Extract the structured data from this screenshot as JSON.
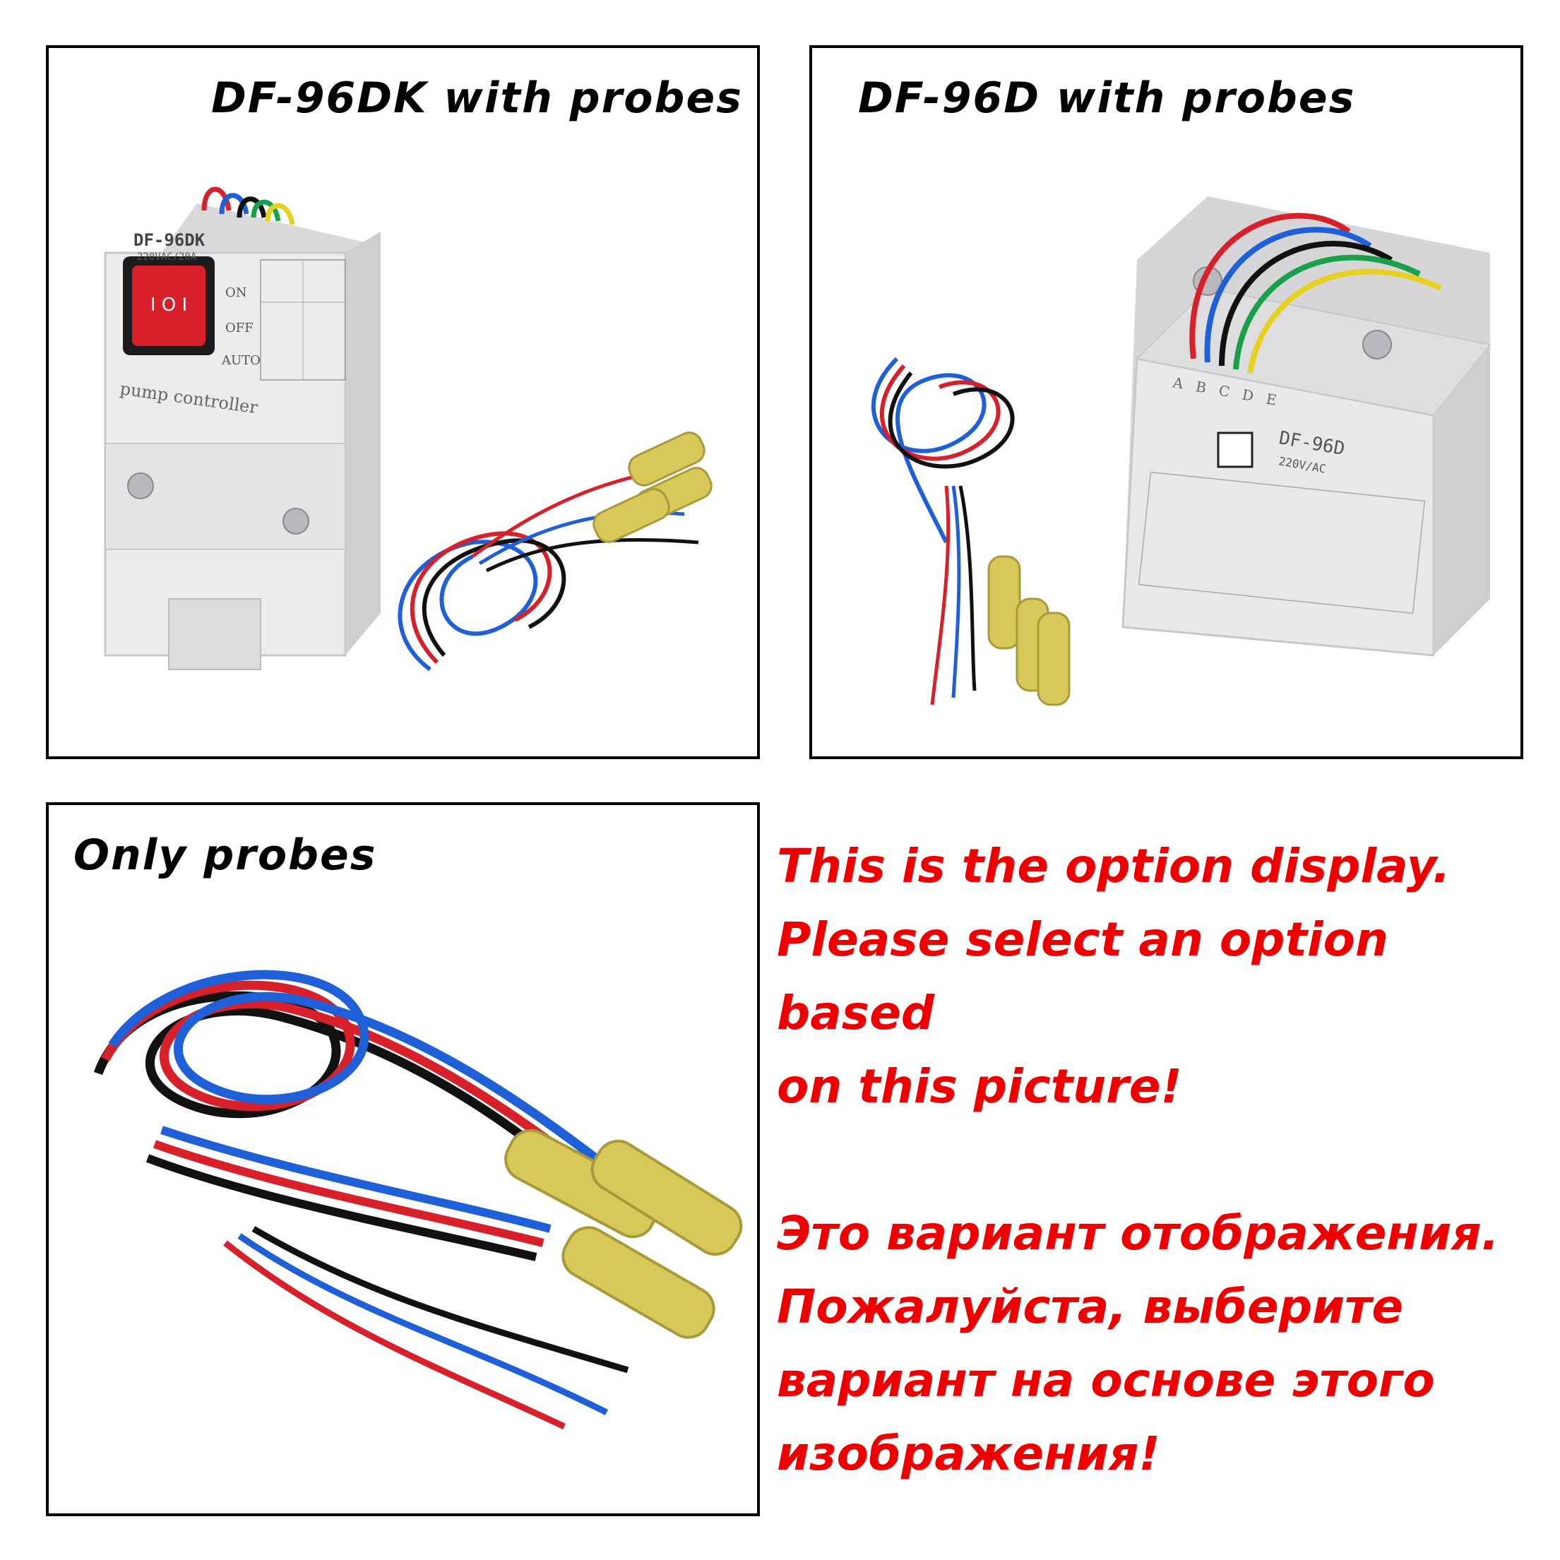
{
  "panels": [
    {
      "title": "DF-96DK with probes",
      "device_label": "DF-96DK",
      "device_rating": "220VAC/20A",
      "footer_text": "pump controller"
    },
    {
      "title": "DF-96D with probes",
      "device_label": "DF-96D",
      "device_rating": "220V/AC",
      "terminals": "A B C D E"
    },
    {
      "title": "Only probes"
    }
  ],
  "switch_labels": [
    "ON",
    "OFF",
    "AUTO"
  ],
  "note": {
    "en": [
      "This is the option display.",
      "Please select an option based",
      "on this picture!"
    ],
    "ru": [
      "Это вариант отображения.",
      "Пожалуйста, выберите",
      "вариант на основе этого",
      "изображения!"
    ]
  },
  "colors": {
    "text_note": "#ee0000",
    "border": "#000000",
    "device_body": "#e9e9ea",
    "switch": "#d8202a",
    "probe": "#d8c85a"
  }
}
